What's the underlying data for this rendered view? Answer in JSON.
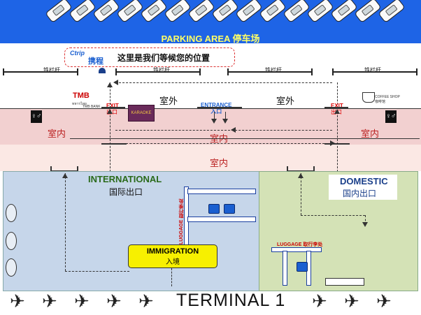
{
  "parking": {
    "title": "PARKING AREA 停车场"
  },
  "ctrip": {
    "logo_en": "Ctrip",
    "logo_cn": "携程",
    "caption": "这里是我们等候您的位置"
  },
  "posts": {
    "label": "铁栏杆"
  },
  "outdoor": {
    "left": "室外",
    "right": "室外"
  },
  "entrance": {
    "en": "ENTRANCE",
    "cn": "入口"
  },
  "exit": {
    "en": "EXIT",
    "cn": "出口"
  },
  "bank": {
    "name": "TMB",
    "sub": "ทหารไทย",
    "full": "TMB BANK"
  },
  "coffee": {
    "en": "COFFEE SHOP",
    "cn": "咖啡馆"
  },
  "karaoke": {
    "name": "KARAOKE"
  },
  "indoor": {
    "left": "室内",
    "center": "室内",
    "right": "室内",
    "lower": "室内"
  },
  "international": {
    "title": "INTERNATIONAL",
    "subtitle": "国际出口"
  },
  "domestic": {
    "title": "DOMESTIC",
    "subtitle": "国内出口"
  },
  "luggage": {
    "label": "LUGGAGE 取行李处"
  },
  "immigration": {
    "en": "IMMIGRATION",
    "cn": "入境"
  },
  "terminal": {
    "name": "TERMINAL 1"
  },
  "colors": {
    "parking": "#1e64e6",
    "parking_text": "#ffff66",
    "indoor": "#f2d0d0",
    "international": "#c6d6ea",
    "domestic": "#d4e2b6",
    "immigration": "#f7f000"
  }
}
